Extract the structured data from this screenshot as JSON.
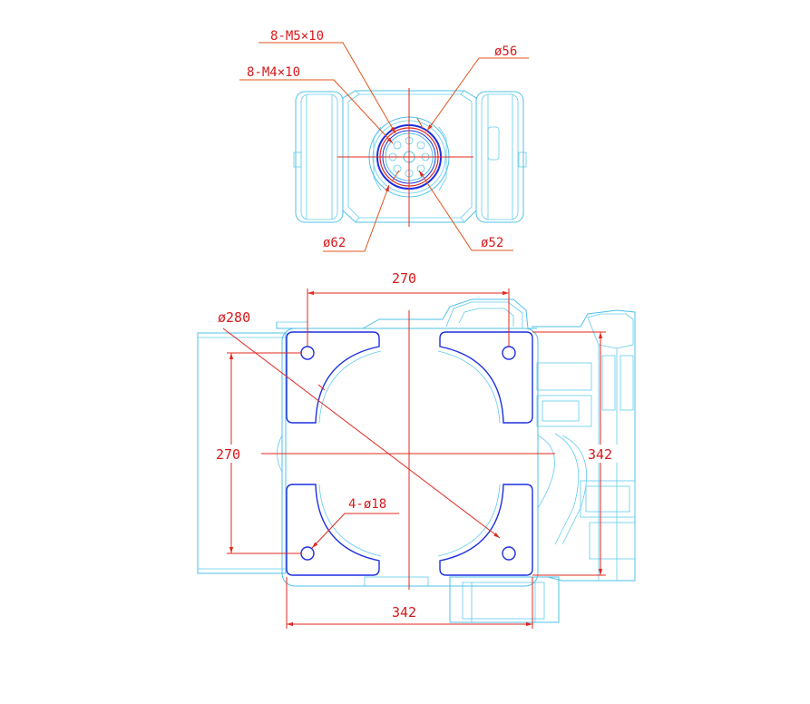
{
  "top_view": {
    "thread_a": "8-M5×10",
    "thread_b": "8-M4×10",
    "dia_56": "ø56",
    "dia_62": "ø62",
    "dia_52": "ø52"
  },
  "base_view": {
    "hole_span_top": "270",
    "hole_span_left": "270",
    "circle_dia": "ø280",
    "holes": "4-ø18",
    "width": "342",
    "height": "342"
  },
  "colors": {
    "outline": "#4fc1e8",
    "plate": "#1d2fe0",
    "dimension": "#d7191c",
    "leader": "#e3541b"
  }
}
